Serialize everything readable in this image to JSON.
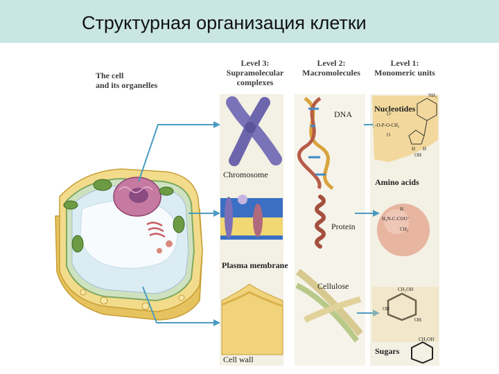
{
  "slide": {
    "title": "Структурная организация клетки"
  },
  "figure": {
    "columns": {
      "cell_line1": "The cell",
      "cell_line2": "and its organelles",
      "level3_line1": "Level 3:",
      "level3_line2": "Supramolecular",
      "level3_line3": "complexes",
      "level2_line1": "Level 2:",
      "level2_line2": "Macromolecules",
      "level1_line1": "Level 1:",
      "level1_line2": "Monomeric units"
    },
    "level3": [
      "Chromosome",
      "Plasma membrane",
      "Cell wall"
    ],
    "level2": [
      "DNA",
      "Protein",
      "Cellulose"
    ],
    "level1": [
      "Nucleotides",
      "Amino acids",
      "Sugars"
    ],
    "formula_text": {
      "nh2": "NH₂",
      "o_minus": "O⁻",
      "phosphate": "-O-P-O-CH₂",
      "o": "O",
      "h": "H",
      "oh": "OH",
      "amino": "H₃N-C-COO⁻",
      "ch3": "CH₃",
      "ch2oh": "CH₂OH"
    },
    "colors": {
      "header_bg": "#c9e6e3",
      "arrow": "#4a9bc0",
      "panel_bg": "#f1eedf",
      "cell_yellow": "#efd98a",
      "chromosome": "#7a73b8",
      "membrane_blue": "#3b6fc4",
      "protein": "#a5503f"
    }
  }
}
